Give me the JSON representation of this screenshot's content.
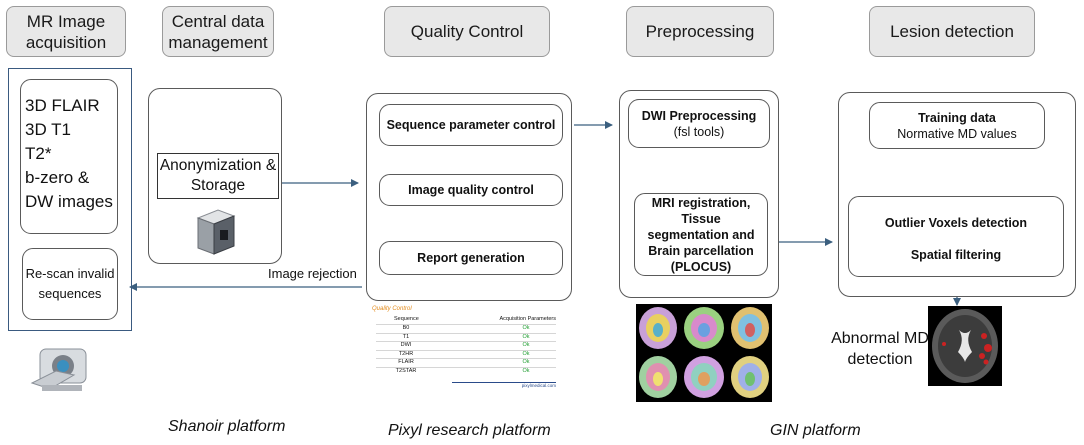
{
  "headers": {
    "mr": "MR Image acquisition",
    "central": "Central data management",
    "qc": "Quality Control",
    "pre": "Preprocessing",
    "lesion": "Lesion detection"
  },
  "mr_box": {
    "sequences": [
      "3D FLAIR",
      "3D T1",
      "T2*",
      "b-zero &",
      "DW images"
    ],
    "rescan": "Re-scan invalid sequences"
  },
  "central_box": {
    "anon": "Anonymization & Storage"
  },
  "qc_box": {
    "seq_param": "Sequence parameter control",
    "img_qc": "Image quality control",
    "report": "Report generation",
    "rejection": "Image rejection"
  },
  "qc_report": {
    "title": "Quality Control",
    "col_seq": "Sequence",
    "col_params": "Acquisition Parameters",
    "rows": [
      {
        "seq": "B0",
        "status": "Ok"
      },
      {
        "seq": "T1",
        "status": "Ok"
      },
      {
        "seq": "DWI",
        "status": "Ok"
      },
      {
        "seq": "T2HR",
        "status": "Ok"
      },
      {
        "seq": "FLAIR",
        "status": "Ok"
      },
      {
        "seq": "T2STAR",
        "status": "Ok"
      }
    ],
    "footer": "pixylmedical.com"
  },
  "pre_box": {
    "dwi": "DWI Preprocessing",
    "dwi_sub": "(fsl tools)",
    "mri": "MRI registration, Tissue segmentation and Brain parcellation (PLOCUS)"
  },
  "lesion_box": {
    "training": "Training data",
    "training_sub": "Normative MD values",
    "outlier": "Outlier Voxels detection",
    "spatial": "Spatial filtering"
  },
  "abnormal": "Abnormal MD detection",
  "platforms": {
    "shanoir": "Shanoir platform",
    "pixyl": "Pixyl research platform",
    "gin": "GIN platform"
  },
  "colors": {
    "arrow": "#3b5f7f",
    "ok_green": "#1e9c2f",
    "qc_title_orange": "#e38b1b",
    "lesion_red": "#cc2222"
  }
}
